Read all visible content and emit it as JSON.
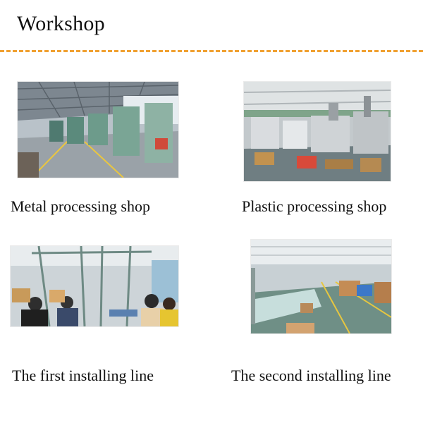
{
  "header": {
    "title": "Workshop"
  },
  "colors": {
    "divider": "#f0a030"
  },
  "photos": [
    {
      "caption": "Metal processing shop"
    },
    {
      "caption": "Plastic processing shop"
    },
    {
      "caption": "The first installing line"
    },
    {
      "caption": "The second installing line"
    }
  ]
}
